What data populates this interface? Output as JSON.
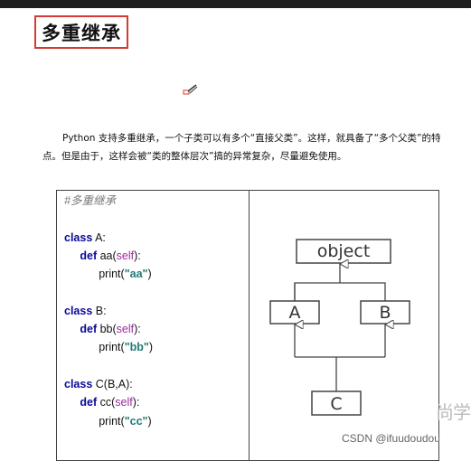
{
  "page": {
    "title": "多重继承",
    "paragraph": "Python 支持多重继承，一个子类可以有多个“直接父类”。这样，就具备了“多个父类”的特点。但是由于，这样会被“类的整体层次”搞的异常复杂，尽量避免使用。"
  },
  "code": {
    "comment": "#多重继承",
    "blocks": [
      {
        "kw": "class",
        "head": " A:",
        "def_kw": "def",
        "func": " aa(",
        "self": "self",
        "close": "):",
        "print_open": "print(",
        "str": "\"aa\"",
        "print_close": ")"
      },
      {
        "kw": "class",
        "head": " B:",
        "def_kw": "def",
        "func": " bb(",
        "self": "self",
        "close": "):",
        "print_open": "print(",
        "str": "\"bb\"",
        "print_close": ")"
      },
      {
        "kw": "class",
        "head": " C(B,A):",
        "def_kw": "def",
        "func": " cc(",
        "self": "self",
        "close": "):",
        "print_open": "print(",
        "str": "\"cc\"",
        "print_close": ")"
      }
    ]
  },
  "diagram": {
    "root": "object",
    "left": "A",
    "right": "B",
    "child": "C"
  },
  "watermarks": {
    "csdn": "CSDN @ifuudoudou",
    "side": "尚学"
  },
  "colors": {
    "title_border": "#d63a32",
    "keyword": "#0a0a9a",
    "self": "#9a2a9a",
    "string": "#1f7a78",
    "comment": "#777777"
  },
  "icons": {
    "pen": "pen-icon"
  }
}
